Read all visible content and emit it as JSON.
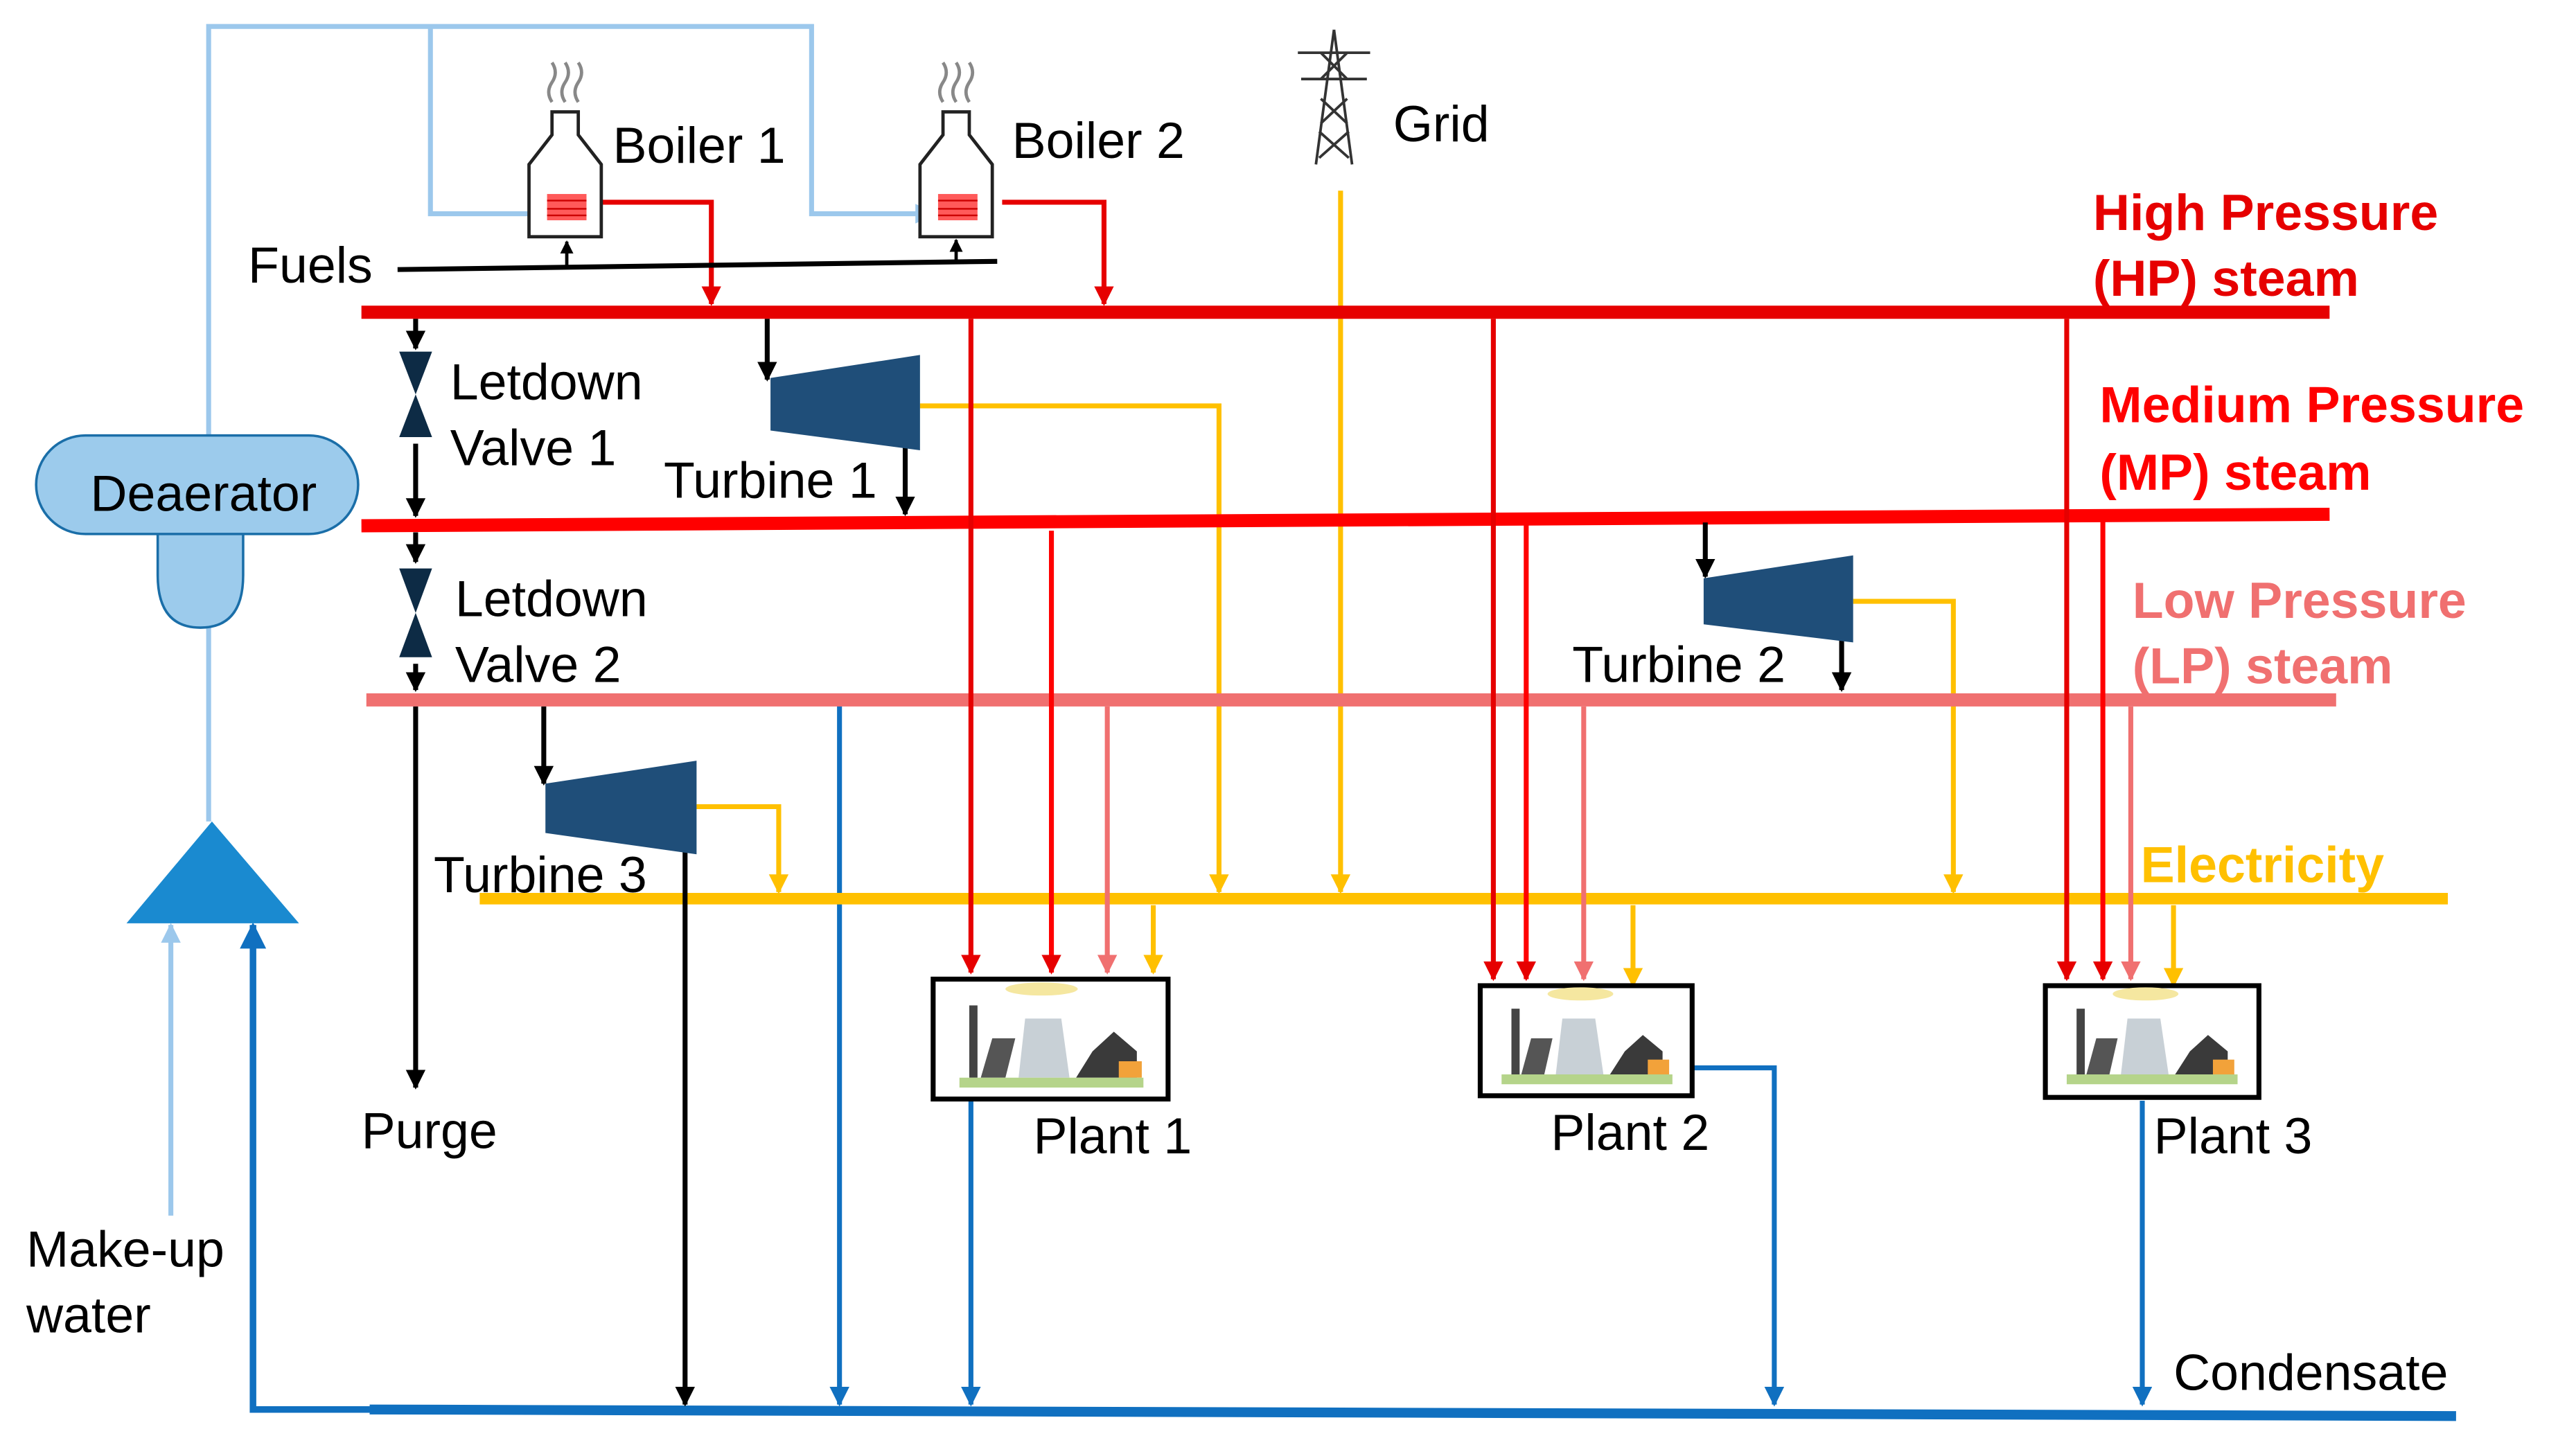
{
  "colors": {
    "hp": "#e60000",
    "mp": "#ff0000",
    "lp": "#f07070",
    "electricity": "#ffc000",
    "condensate": "#1070c0",
    "water": "#9cc8ec",
    "black": "#000000",
    "deaerator_fill": "#9ccbec",
    "turbine": "#1f4e79",
    "pump": "#1a8ad0"
  },
  "labels": {
    "boiler1": "Boiler 1",
    "boiler2": "Boiler 2",
    "grid": "Grid",
    "fuels": "Fuels",
    "letdown1_a": "Letdown",
    "letdown1_b": "Valve 1",
    "letdown2_a": "Letdown",
    "letdown2_b": "Valve 2",
    "turbine1": "Turbine 1",
    "turbine2": "Turbine 2",
    "turbine3": "Turbine 3",
    "deaerator": "Deaerator",
    "purge": "Purge",
    "makeup_a": "Make-up",
    "makeup_b": "water",
    "plant1": "Plant 1",
    "plant2": "Plant 2",
    "plant3": "Plant 3"
  },
  "headers": {
    "hp_a": "High Pressure",
    "hp_b": "(HP) steam",
    "mp_a": "Medium Pressure",
    "mp_b": "(MP) steam",
    "lp_a": "Low Pressure",
    "lp_b": "(LP) steam",
    "electricity": "Electricity",
    "condensate": "Condensate"
  },
  "icons": {
    "boiler": "boiler-icon",
    "grid": "transmission-tower-icon",
    "turbine": "turbine-icon",
    "valve": "valve-icon",
    "pump": "pump-icon",
    "plant": "factory-icon"
  }
}
